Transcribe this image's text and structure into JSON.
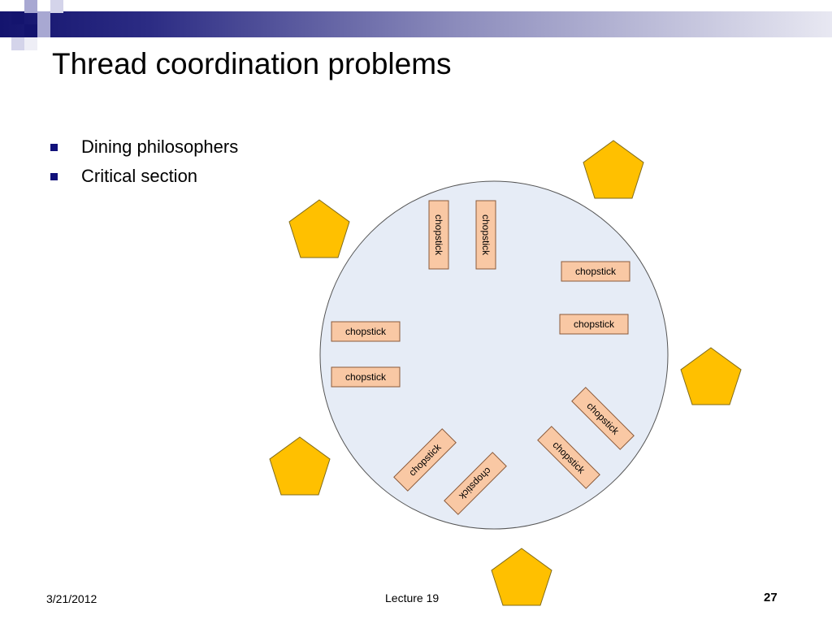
{
  "slide": {
    "title": "Thread coordination problems",
    "bullets": [
      "Dining philosophers",
      "Critical section"
    ]
  },
  "diagram": {
    "table_color": "#e6ecf6",
    "philosopher_color": "#ffc000",
    "chopstick_color": "#f9c8a4",
    "philosopher_count": 5,
    "chopsticks": [
      "chopstick",
      "chopstick",
      "chopstick",
      "chopstick",
      "chopstick",
      "chopstick",
      "chopstick",
      "chopstick",
      "chopstick",
      "chopstick"
    ]
  },
  "footer": {
    "date": "3/21/2012",
    "lecture": "Lecture 19",
    "page": "27"
  },
  "colors": {
    "accent": "#11117a",
    "text": "#000000"
  }
}
